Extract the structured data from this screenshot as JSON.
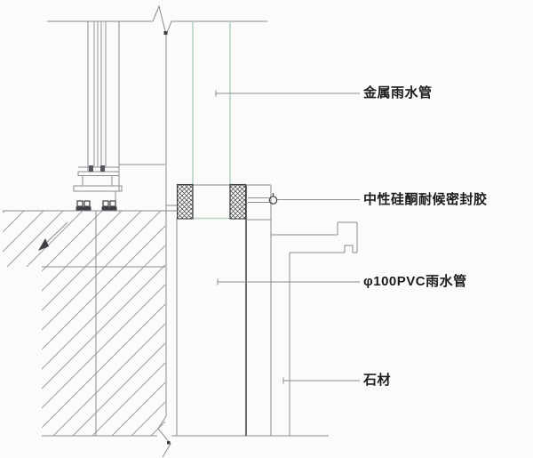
{
  "labels": [
    {
      "id": "metal-rain-pipe",
      "text": "金属雨水管"
    },
    {
      "id": "sealant",
      "text": "中性硅酮耐候密封胶"
    },
    {
      "id": "pvc-rain-pipe",
      "text": "φ100PVC雨水管"
    },
    {
      "id": "stone",
      "text": "石材"
    }
  ],
  "colors": {
    "bg": "#fbfbfa",
    "line": "#8b8b94",
    "dark": "#3e3e45",
    "hatch": "#9d9da6",
    "green": "#b7d3c4",
    "text": "#1c1c1c"
  }
}
